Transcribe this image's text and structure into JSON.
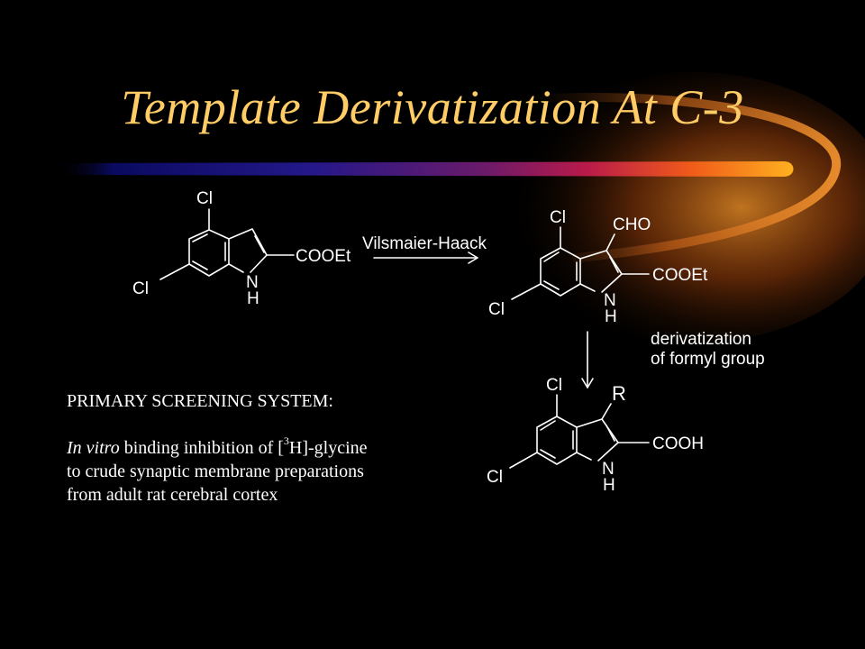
{
  "slide": {
    "title": "Template Derivatization At C-3",
    "colors": {
      "background": "#000000",
      "title": "#ffcc66",
      "text": "#ffffff"
    }
  },
  "scheme": {
    "reagent": "Vilsmaier-Haack",
    "step2_line1": "derivatization",
    "step2_line2": "of formyl group",
    "compound1": {
      "cl_top": "Cl",
      "cl_left": "Cl",
      "ester": "COOEt",
      "n": "N",
      "h": "H"
    },
    "compound2": {
      "cl_top": "Cl",
      "cl_left": "Cl",
      "aldehyde": "CHO",
      "ester": "COOEt",
      "n": "N",
      "h": "H"
    },
    "compound3": {
      "cl_top": "Cl",
      "cl_left": "Cl",
      "r_group": "R",
      "acid": "COOH",
      "n": "N",
      "h": "H"
    }
  },
  "screening": {
    "heading": "PRIMARY SCREENING SYSTEM:",
    "line1_italic": "In vitro",
    "line1_a": " binding inhibition of [",
    "isotope_sup": "3",
    "line1_b": "H]-glycine",
    "line2": "to crude synaptic membrane preparations",
    "line3": "from adult rat cerebral cortex"
  }
}
